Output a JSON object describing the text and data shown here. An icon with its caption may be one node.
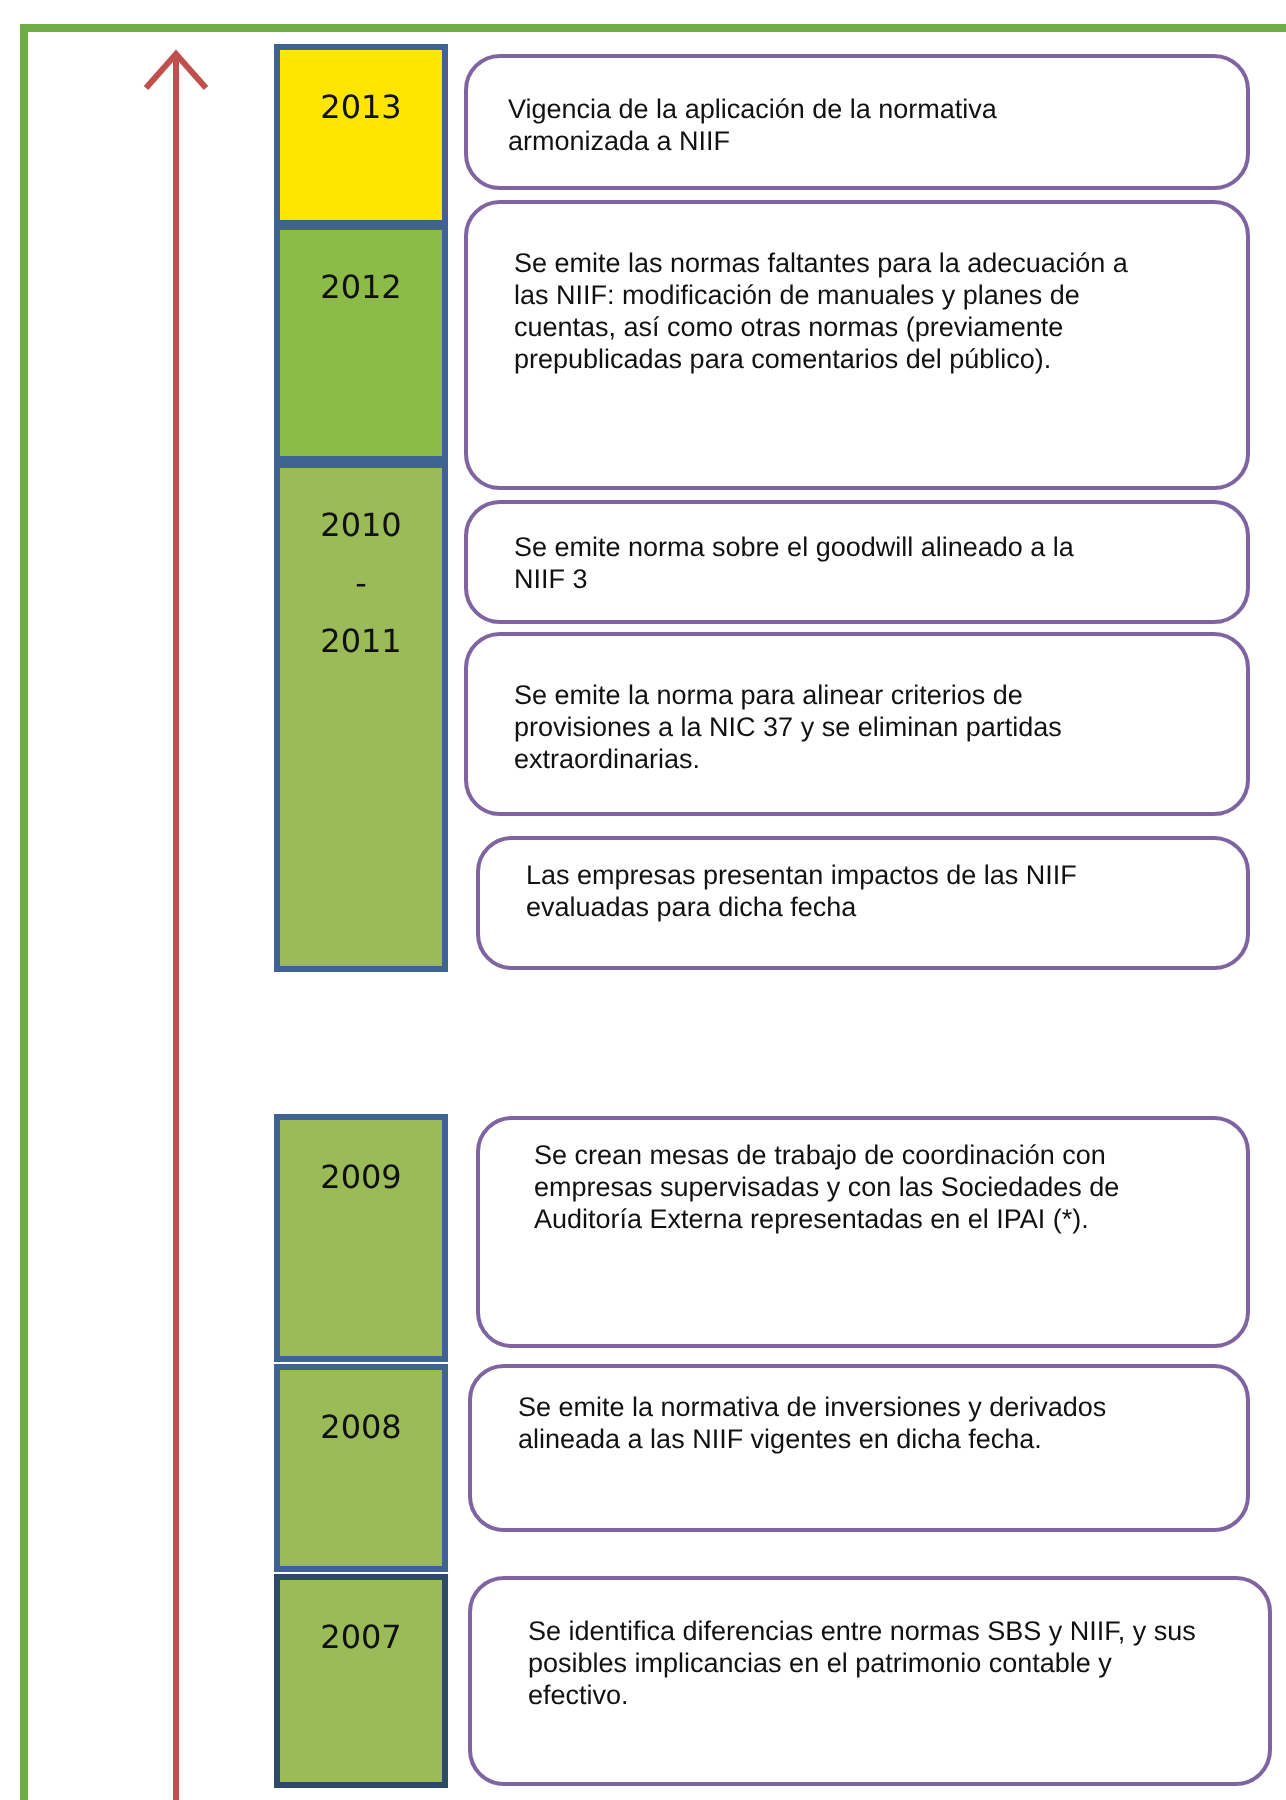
{
  "diagram": {
    "nodes": [
      {
        "text": [
          "2013"
        ]
      },
      {
        "text": [
          "Vigencia de la aplicación de la normativa armonizada a NIIF"
        ]
      },
      {
        "text": [
          "2012"
        ]
      },
      {
        "text": [
          "Se emite las normas faltantes para la adecuación a las NIIF: modificación de manuales y planes de cuentas, así como otras normas (previamente prepublicadas para comentarios del público)."
        ]
      },
      {
        "text": [
          "2010 - 2011"
        ]
      },
      {
        "text": [
          "Se emite norma sobre el goodwill alineado a la NIIF 3"
        ]
      },
      {
        "text": [
          "Se emite la norma para alinear criterios de provisiones a la NIC 37 y se eliminan partidas extraordinarias."
        ]
      },
      {
        "text": [
          "Las empresas presentan impactos de las NIIF evaluadas para dicha fecha"
        ]
      },
      {
        "text": [
          "2009"
        ]
      },
      {
        "text": [
          "Se crean mesas de trabajo de coordinación con empresas supervisadas y con las Sociedades de Auditoría Externa representadas en el IPAI (*)."
        ]
      },
      {
        "text": [
          "2008"
        ]
      },
      {
        "text": [
          "Se emite la normativa de inversiones y derivados alineada a  las NIIF vigentes en dicha fecha."
        ]
      },
      {
        "text": [
          "2007"
        ]
      },
      {
        "text": [
          "Se identifica diferencias entre normas SBS y NIIF, y sus posibles implicancias en el patrimonio contable y efectivo."
        ]
      }
    ]
  }
}
